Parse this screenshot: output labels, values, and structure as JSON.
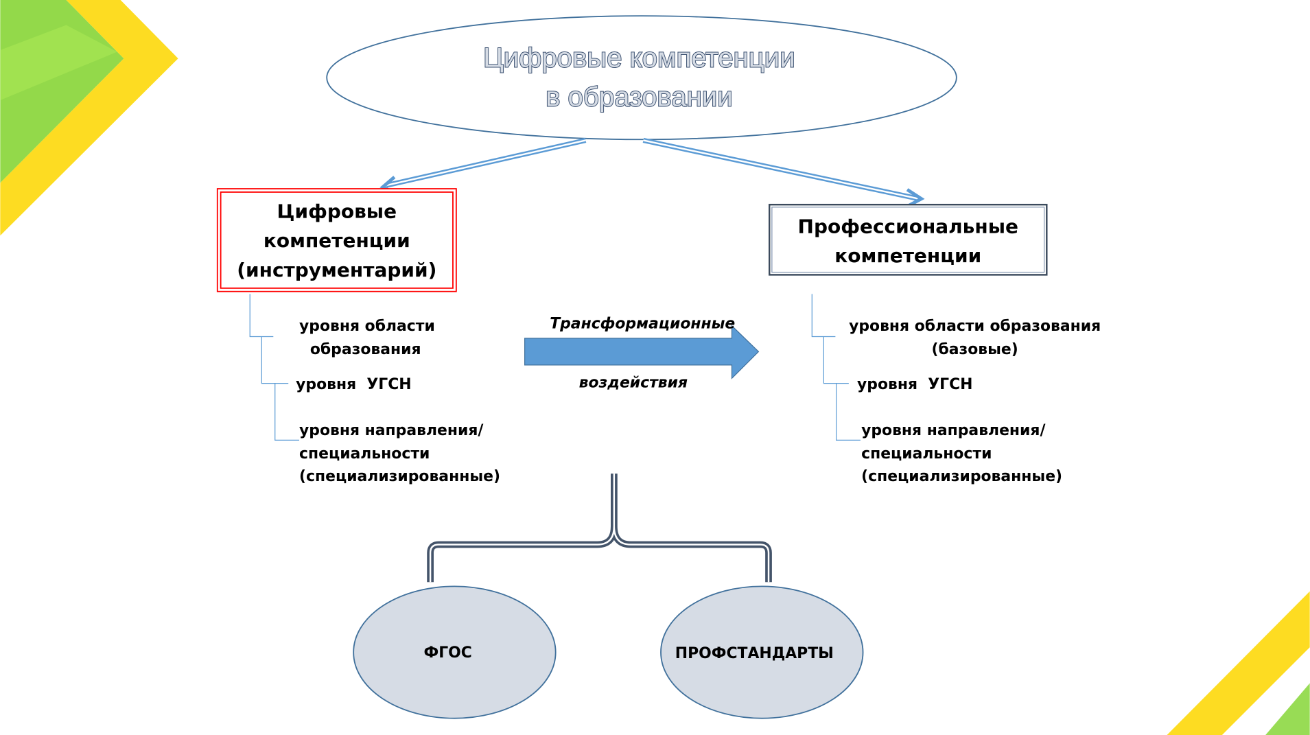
{
  "title": {
    "line1": "Цифровые компетенции",
    "line2": "в образовании"
  },
  "left_box": {
    "lines": [
      "Цифровые",
      "компетенции",
      "(инструментарий)"
    ]
  },
  "right_box": {
    "lines": [
      "Профессиональные",
      "компетенции"
    ]
  },
  "left_levels": [
    {
      "lines": [
        "уровня области",
        "образования"
      ]
    },
    {
      "lines": [
        "уровня  УГСН"
      ]
    },
    {
      "lines": [
        "уровня направления/",
        "специальности",
        "(специализированные)"
      ]
    }
  ],
  "right_levels": [
    {
      "lines": [
        "уровня области образования",
        "(базовые)"
      ]
    },
    {
      "lines": [
        "уровня  УГСН"
      ]
    },
    {
      "lines": [
        "уровня направления/",
        "специальности",
        "(специализированные)"
      ]
    }
  ],
  "transform_arrow": {
    "top": "Трансформационные",
    "bottom": "воздействия"
  },
  "ovals": {
    "left": "ФГОС",
    "right": "ПРОФСТАНДАРТЫ"
  },
  "colors": {
    "yellow": "#fddc22",
    "green": "#9ee04e",
    "arrow_blue": "#5b9bd5",
    "outline_blue": "#41719c",
    "oval_fill": "#d6dce5",
    "brace": "#44546a",
    "red": "#ff0000"
  }
}
